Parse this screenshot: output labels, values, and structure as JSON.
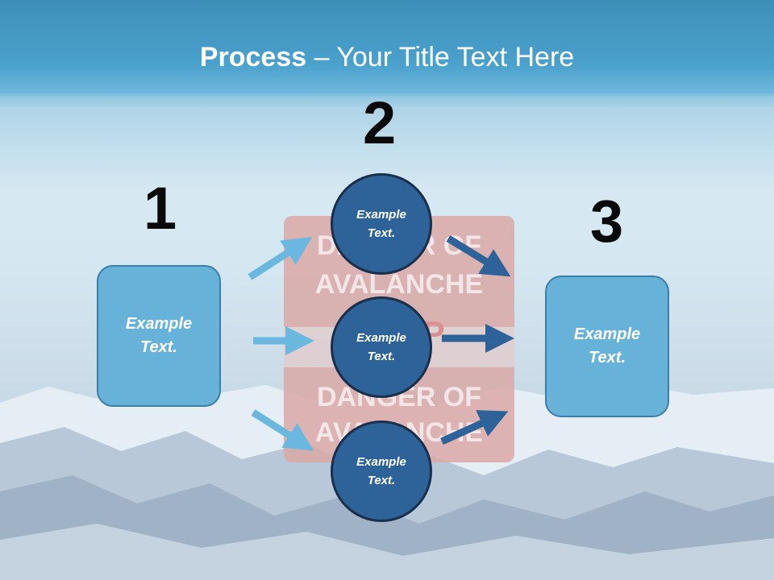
{
  "title": {
    "bold": "Process",
    "rest": " – Your Title Text Here"
  },
  "steps": [
    {
      "number": "1",
      "text": "Example\nText."
    },
    {
      "number": "2",
      "circles": [
        "Example\nText.",
        "Example\nText.",
        "Example\nText."
      ]
    },
    {
      "number": "3",
      "text": "Example\nText."
    }
  ],
  "sign": {
    "line1": "DANGER OF",
    "line2": "AVALANCHE",
    "line3": "STOP",
    "line4": "DANGER OF",
    "line5": "AVALANCHE"
  },
  "colors": {
    "box": "#66b2d8",
    "circle": "#2d6398",
    "arrow_light": "#6ab8e0",
    "arrow_dark": "#2d6398",
    "header": "#4aa1cc"
  }
}
